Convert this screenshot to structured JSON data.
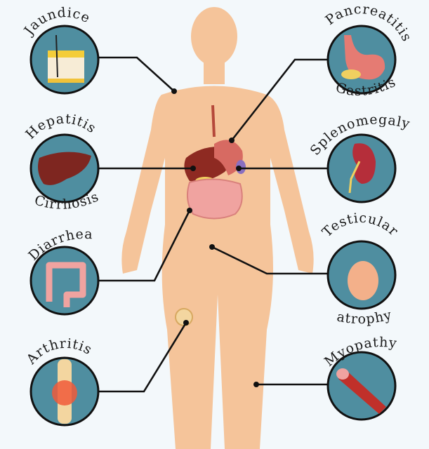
{
  "title": "Effects of alcohol on the body",
  "labels": {
    "jaundice": "Jaundice",
    "hepatitis": "Hepatitis",
    "cirrhosis": "Cirrhosis",
    "diarrhea": "Diarrhea",
    "arthritis": "Arthritis",
    "pancreatitis": "Pancreatitis",
    "gastritis": "Gastritis",
    "splenomegaly": "Splenomegaly",
    "testicular": "Testicular",
    "atrophy": "atrophy",
    "myopathy": "Myopathy"
  },
  "colors": {
    "background": "#f3f8fb",
    "circle": "#4f8ea0",
    "body": "#f5c49a",
    "liver": "#8e2a22",
    "intestine": "#f0a3a0"
  }
}
